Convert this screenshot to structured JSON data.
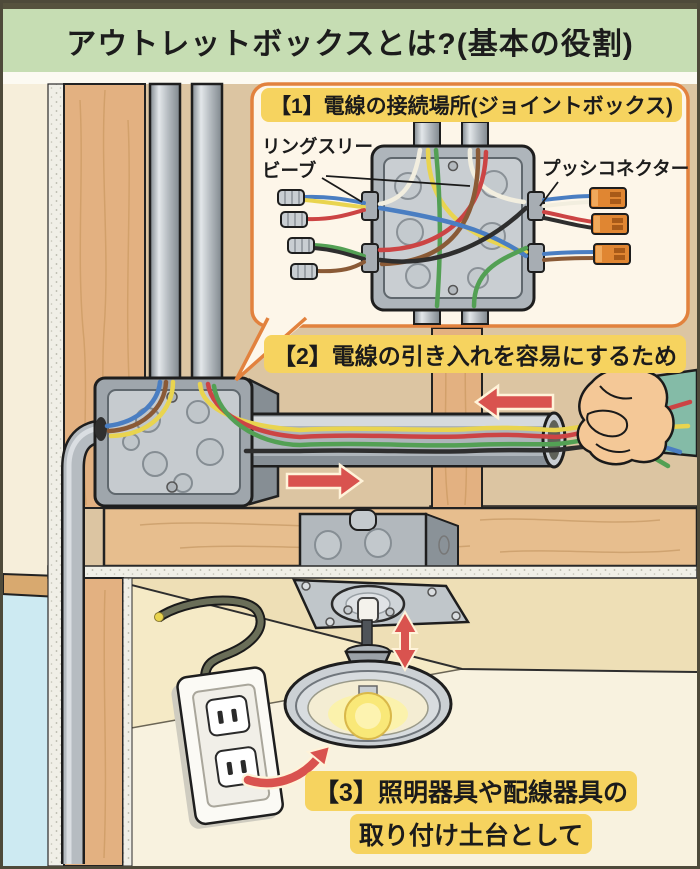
{
  "title": "アウトレットボックスとは?(基本の役割)",
  "sections": {
    "joint": {
      "heading": "【1】電線の接続場所(ジョイントボックス)",
      "ring_sleeve_label_line1": "リングスリー",
      "ring_sleeve_label_line2": "ビーブ",
      "push_connector_label": "プッシコネクター"
    },
    "pull": {
      "caption": "【2】電線の引き入れを容易にするため"
    },
    "mount": {
      "caption_line1": "【3】照明器具や配線器具の",
      "caption_line2": "取り付け土台として"
    }
  },
  "colors": {
    "title_band_green": "#C6DDB3",
    "frame_brown": "#56523E",
    "highlight_yellow": "#F6D35F",
    "callout_border_orange": "#E2823E",
    "callout_bg": "#FDF6E9",
    "wall_tan": "#DCC5A2",
    "ceiling_yellow": "#F5EAC6",
    "wood": "#E3B181",
    "metal_gray": "#B6BCC1",
    "arrow_red": "#D9534F",
    "wire_blue": "#4A7EC2",
    "wire_red": "#CC4444",
    "wire_yellow": "#E9D44F",
    "wire_green": "#53A054",
    "wire_brown": "#8A5A36",
    "wire_black": "#2E2E2E",
    "push_connector_orange": "#E08632",
    "window_blue": "#CDEAF2"
  }
}
